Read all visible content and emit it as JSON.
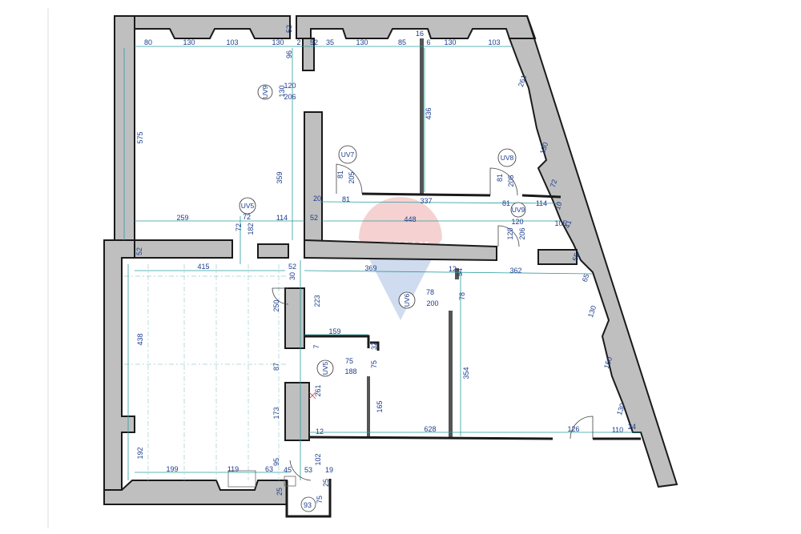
{
  "rooms": [
    {
      "id": "uv9_top",
      "label": "UV9"
    },
    {
      "id": "uv7",
      "label": "UV7"
    },
    {
      "id": "uv8",
      "label": "UV8"
    },
    {
      "id": "uv9_mid",
      "label": "UV9"
    },
    {
      "id": "uv5_top",
      "label": "UV5"
    },
    {
      "id": "uv6",
      "label": "UV6"
    },
    {
      "id": "uv5_mid",
      "label": "UV5"
    }
  ],
  "dimensions": {
    "top_row": [
      "80",
      "130",
      "103",
      "130",
      "2",
      "52",
      "35",
      "130",
      "85",
      "16",
      "6",
      "130",
      "103"
    ],
    "d52_top": "52",
    "d96": "96",
    "d120_a": "120",
    "d130_a": "130",
    "d206_a": "206",
    "d575": "575",
    "d436": "436",
    "d261_right": "261",
    "d130_right": "130",
    "d72_right": "72",
    "d81_uv7": "81",
    "d205_uv7": "205",
    "d81_uv8": "81",
    "d205_uv8": "205",
    "d359": "359",
    "d20": "20",
    "d81_mid": "81",
    "d337": "337",
    "d81_mid2": "81",
    "d114_right": "114",
    "d10": "10",
    "d259": "259",
    "d72_uv5": "72",
    "d72_v": "72",
    "d182": "182",
    "d114_mid": "114",
    "d52_mid": "52",
    "d448": "448",
    "d120_b": "120",
    "d206_b": "206",
    "d105": "105",
    "d41": "41",
    "d55": "55",
    "d52_left": "52",
    "d415": "415",
    "d52_corr": "52",
    "d369": "369",
    "d12_a": "12",
    "d54": "54",
    "d362": "362",
    "d65": "65",
    "d223": "223",
    "d250": "250",
    "d78_a": "78",
    "d200": "200",
    "d78_b": "78",
    "d130_r2": "130",
    "d438": "438",
    "d159": "159",
    "d7": "7",
    "d32": "32",
    "d75_a": "75",
    "d188": "188",
    "d75_b": "75",
    "d87": "87",
    "d150": "150",
    "d354": "354",
    "d261_mid": "261",
    "d173": "173",
    "d165": "165",
    "d130_r3": "130",
    "d24": "24",
    "d12_b": "12",
    "d628": "628",
    "d126": "126",
    "d110": "110",
    "d192": "192",
    "d95": "95",
    "d102": "102",
    "d199": "199",
    "d119": "119",
    "d63": "63",
    "d45": "45",
    "d53": "53",
    "d19": "19",
    "d25": "25",
    "d25b": "25",
    "d93": "93",
    "d75_c": "75",
    "d_small": "30"
  }
}
